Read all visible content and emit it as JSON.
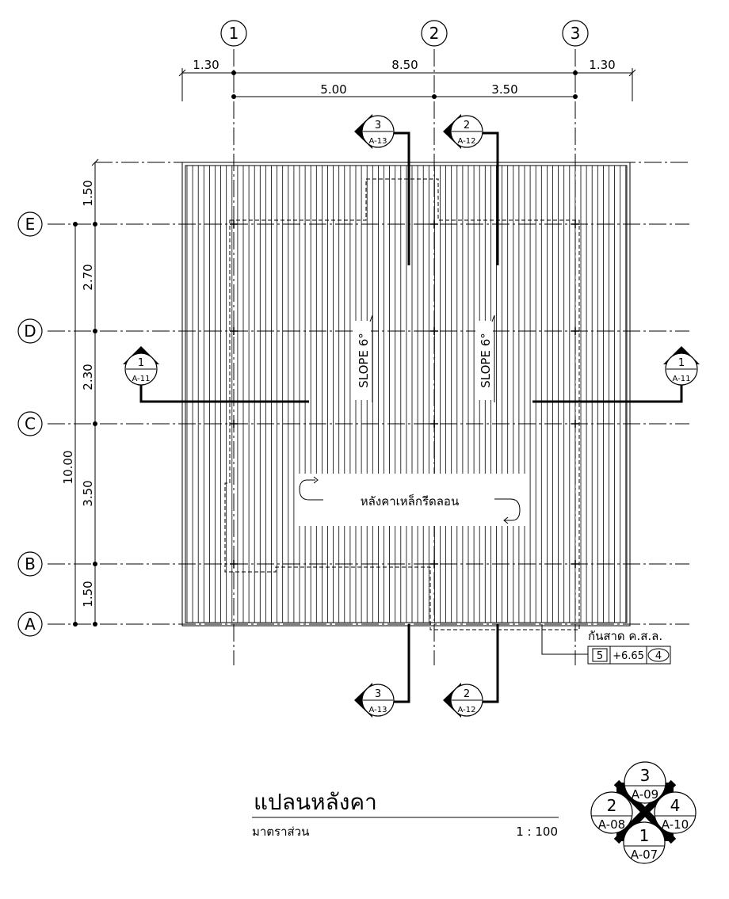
{
  "grid_columns": [
    "1",
    "2",
    "3"
  ],
  "grid_rows": [
    "A",
    "B",
    "C",
    "D",
    "E"
  ],
  "dimensions_top": {
    "overhang_left": "1.30",
    "overall": "8.50",
    "overhang_right": "1.30",
    "bay_1_2": "5.00",
    "bay_2_3": "3.50"
  },
  "dimensions_left": {
    "overhang_top": "1.50",
    "bay_E_D": "2.70",
    "bay_D_C": "2.30",
    "bay_C_B": "3.50",
    "overhang_bottom": "1.50",
    "overall": "10.00"
  },
  "section_markers": [
    {
      "id": "3",
      "sheet": "A-13"
    },
    {
      "id": "2",
      "sheet": "A-12"
    },
    {
      "id": "1",
      "sheet": "A-11"
    },
    {
      "id": "1",
      "sheet": "A-11"
    },
    {
      "id": "3",
      "sheet": "A-13"
    },
    {
      "id": "2",
      "sheet": "A-12"
    }
  ],
  "slope_labels": [
    "SLOPE 6°",
    "SLOPE 6°"
  ],
  "roof_material": "หลังคาเหล็กรีดลอน",
  "canopy": {
    "label": "กันสาด ค.ส.ล.",
    "tag_left": "5",
    "level": "+6.65",
    "tag_right": "4"
  },
  "title": {
    "main": "แปลนหลังคา",
    "scale_label": "มาตราส่วน",
    "scale_value": "1 : 100"
  },
  "key_plan": [
    {
      "id": "3",
      "sheet": "A-09"
    },
    {
      "id": "2",
      "sheet": "A-08"
    },
    {
      "id": "4",
      "sheet": "A-10"
    },
    {
      "id": "1",
      "sheet": "A-07"
    }
  ]
}
